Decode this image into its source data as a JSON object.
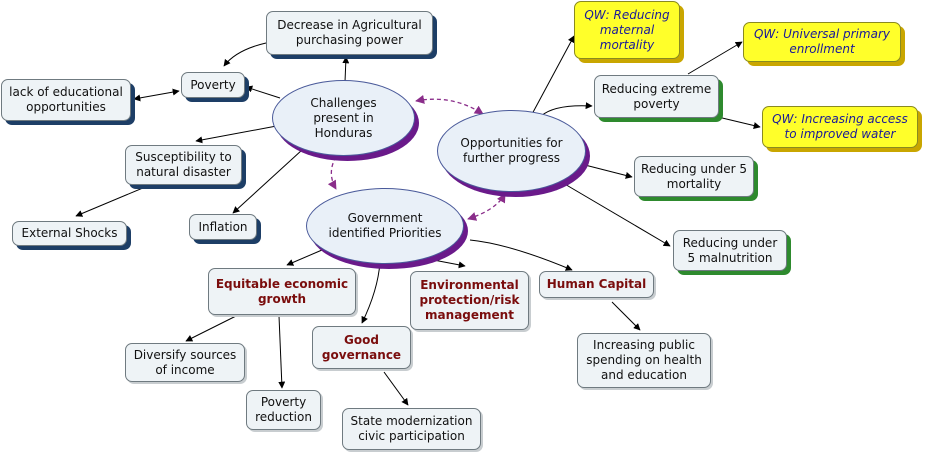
{
  "center": {
    "challenges": "Challenges present in Honduras",
    "opportunities": "Opportunities for further progress",
    "priorities": "Government identified Priorities"
  },
  "challenges": {
    "decrease_agri": "Decrease in Agricultural purchasing power",
    "poverty": "Poverty",
    "lack_education": "lack of educational opportunities",
    "susceptibility": "Susceptibility to natural disaster",
    "external_shocks": "External Shocks",
    "inflation": "Inflation"
  },
  "opportunities": {
    "qw_maternal": "QW: Reducing maternal mortality",
    "qw_primary": "QW: Universal primary enrollment",
    "reducing_poverty": "Reducing extreme poverty",
    "qw_water": "QW: Increasing access to improved water",
    "under5_mortality": "Reducing under 5 mortality",
    "under5_malnutrition": "Reducing under 5 malnutrition"
  },
  "priorities": {
    "equitable_growth": "Equitable economic growth",
    "environmental": "Environmental protection/risk management",
    "human_capital": "Human Capital",
    "good_governance": "Good governance",
    "diversify_income": "Diversify sources of income",
    "poverty_reduction": "Poverty reduction",
    "state_modernization": "State modernization civic participation",
    "public_spending": "Increasing public spending on health and education"
  },
  "colors": {
    "edge": "#000000",
    "dashed_edge": "#8a2d8a",
    "priority_text": "#7a0d0d",
    "quick_win_fill": "#ffff2a",
    "quick_win_text": "#1a1a99",
    "navy_shadow": "#1d3e66",
    "green_shadow": "#2e8a2e",
    "ellipse_shadow": "#6a1a8a"
  }
}
